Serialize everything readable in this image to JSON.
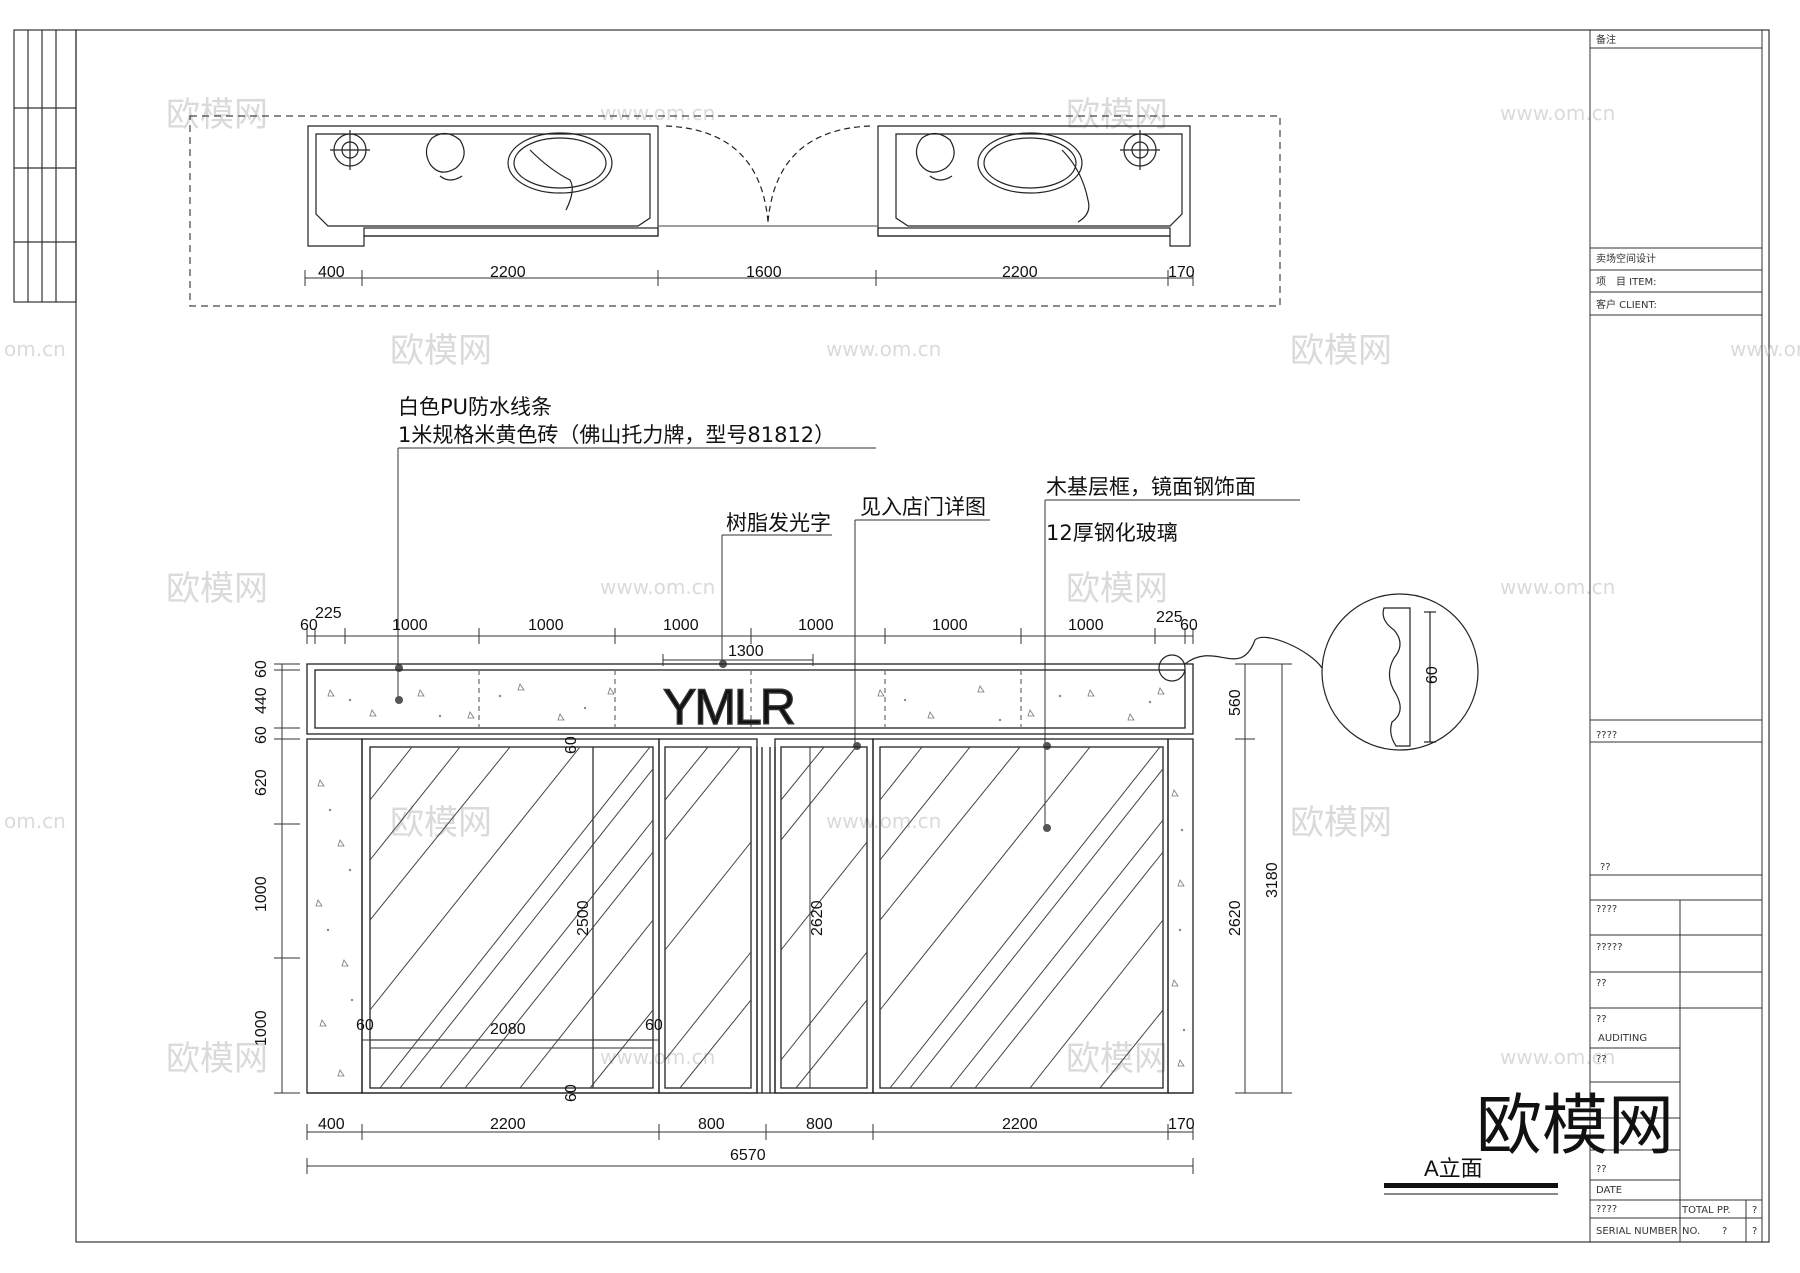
{
  "plan": {
    "dims": [
      "400",
      "2200",
      "1600",
      "2200",
      "170"
    ]
  },
  "notes": {
    "pu_line": "白色PU防水线条",
    "tile": "1米规格米黄色砖（佛山托力牌，型号81812）",
    "resin_letters": "树脂发光字",
    "door_detail": "见入店门详图",
    "frame": "木基层框，镜面钢饰面",
    "glass": "12厚钢化玻璃"
  },
  "sign": {
    "text": "YMLR"
  },
  "elevation": {
    "top_dims": [
      "60",
      "225",
      "1000",
      "1000",
      "1000",
      "1000",
      "1000",
      "1000",
      "225",
      "60"
    ],
    "sign_width": "1300",
    "left_dims": [
      "60",
      "440",
      "60",
      "620",
      "1000",
      "1000"
    ],
    "right_dims": [
      "560",
      "2620",
      "3180"
    ],
    "inner_dims": {
      "door_height_left": "2500",
      "door_height_right": "2620",
      "window_width": "2080",
      "gap_left": "60",
      "gap_right": "60",
      "top_gap": "60",
      "bottom_gap": "60"
    },
    "bottom_dims": [
      "400",
      "2200",
      "800",
      "800",
      "2200",
      "170"
    ],
    "total": "6570"
  },
  "detail": {
    "dim": "60"
  },
  "view_title": "A立面",
  "title_block": {
    "remarks": "备注",
    "project": "卖场空间设计",
    "item": "项　目 ITEM:",
    "client": "客户 CLIENT:",
    "q4a": "????",
    "q2a": "??",
    "q4b": "????",
    "q5": "?????",
    "q2b": "??",
    "q2c": "??",
    "auditing": "AUDITING",
    "q2d": "??",
    "q2e": "??",
    "date": "DATE",
    "q4c": "????",
    "total": "TOTAL PP.",
    "q1a": "?",
    "serial": "SERIAL NUMBER",
    "no": "NO.",
    "q1b": "?",
    "q1c": "?"
  },
  "watermark": {
    "brand": "欧模网",
    "url": "www.om.cn",
    "url_partial": "om.cn"
  }
}
